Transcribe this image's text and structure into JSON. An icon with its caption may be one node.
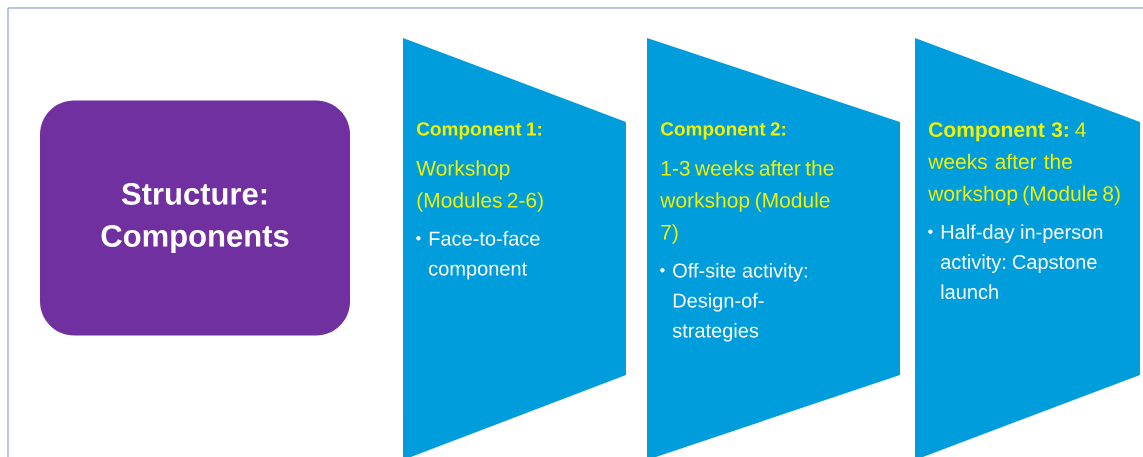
{
  "diagram": {
    "nodes": [
      {
        "text": [
          "Structure: Components"
        ]
      },
      {
        "text": [
          "Component 1:",
          "Workshop (Modules 2-6)",
          "Face-to-face component"
        ]
      },
      {
        "text": [
          "Component 2:",
          "1-3 weeks after the workshop (Module 7)",
          "Off-site activity: Design-of-strategies"
        ]
      },
      {
        "text": [
          "**Component 3:** 4 weeks after the workshop (Module 8)",
          "Half-day in-person activity: Capstone launch"
        ]
      }
    ]
  }
}
